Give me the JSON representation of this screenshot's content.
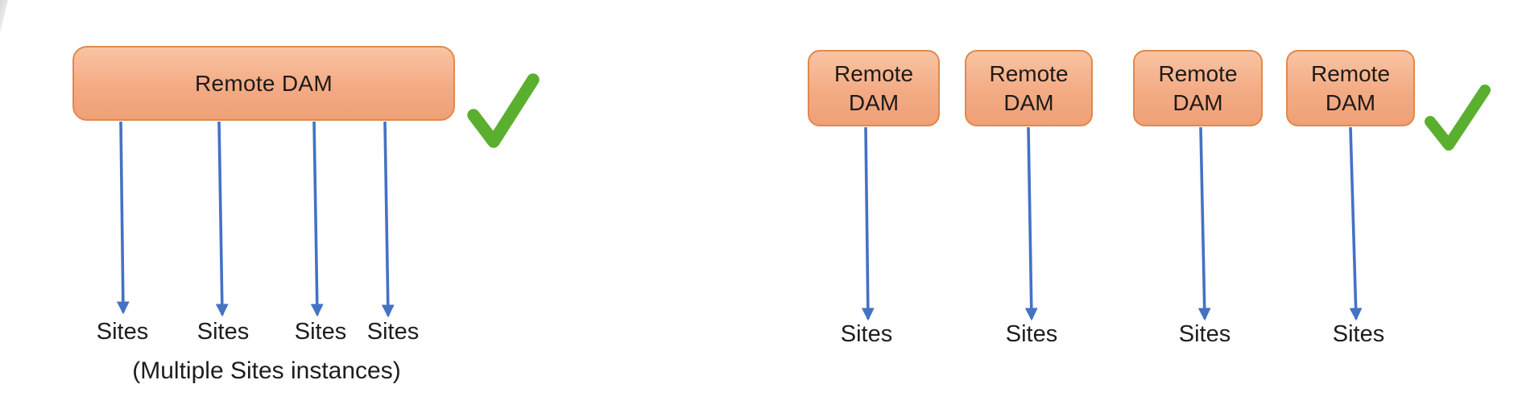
{
  "left_diagram": {
    "box_label": "Remote DAM",
    "sites": [
      "Sites",
      "Sites",
      "Sites",
      "Sites"
    ],
    "caption": "(Multiple Sites instances)",
    "status_icon": "green-checkmark"
  },
  "right_diagram": {
    "boxes": [
      "Remote DAM",
      "Remote DAM",
      "Remote DAM",
      "Remote DAM"
    ],
    "sites": [
      "Sites",
      "Sites",
      "Sites",
      "Sites"
    ],
    "status_icon": "green-checkmark"
  },
  "colors": {
    "box_fill_top": "#f9c4a2",
    "box_fill_bottom": "#efa077",
    "box_border": "#e0894d",
    "arrow_blue": "#4472c4",
    "check_green": "#5baf2f",
    "text": "#1d1d1d"
  }
}
